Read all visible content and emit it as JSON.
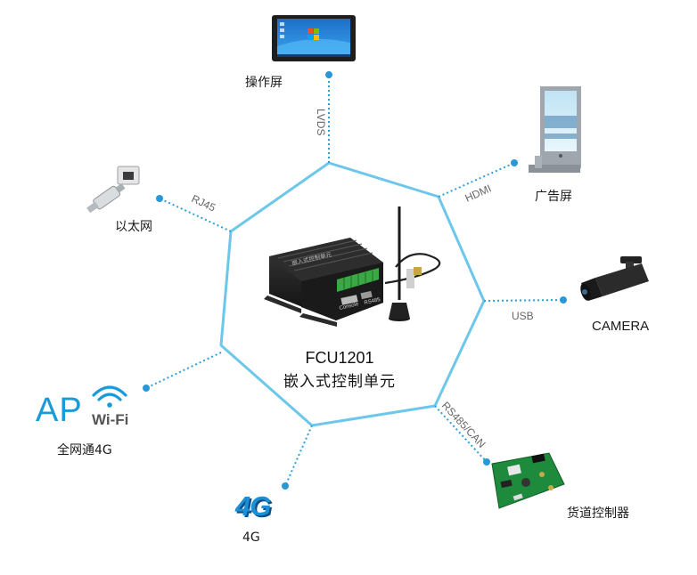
{
  "device": {
    "model": "FCU1201",
    "name": "嵌入式控制单元",
    "panel_text": "嵌入式控制单元",
    "port_console": "Console",
    "port_rs485": "RS485"
  },
  "links": {
    "lvds": "LVDS",
    "hdmi": "HDMI",
    "usb": "USB",
    "rs485_can": "RS485/CAN",
    "rj45": "RJ45"
  },
  "peripherals": {
    "touch_screen": "操作屏",
    "ad_screen": "广告屏",
    "camera": "CAMERA",
    "cargo_controller": "货道控制器",
    "ethernet": "以太网",
    "full_net_4g": "全网通4G",
    "g4": "4G"
  },
  "logos": {
    "ap": "AP",
    "wifi": "Wi-Fi",
    "fourg": "4G"
  },
  "colors": {
    "octagon": "#5fc3e8",
    "connector": "#2f9fd6",
    "dot": "#2a98d6",
    "link_label": "#666666"
  }
}
